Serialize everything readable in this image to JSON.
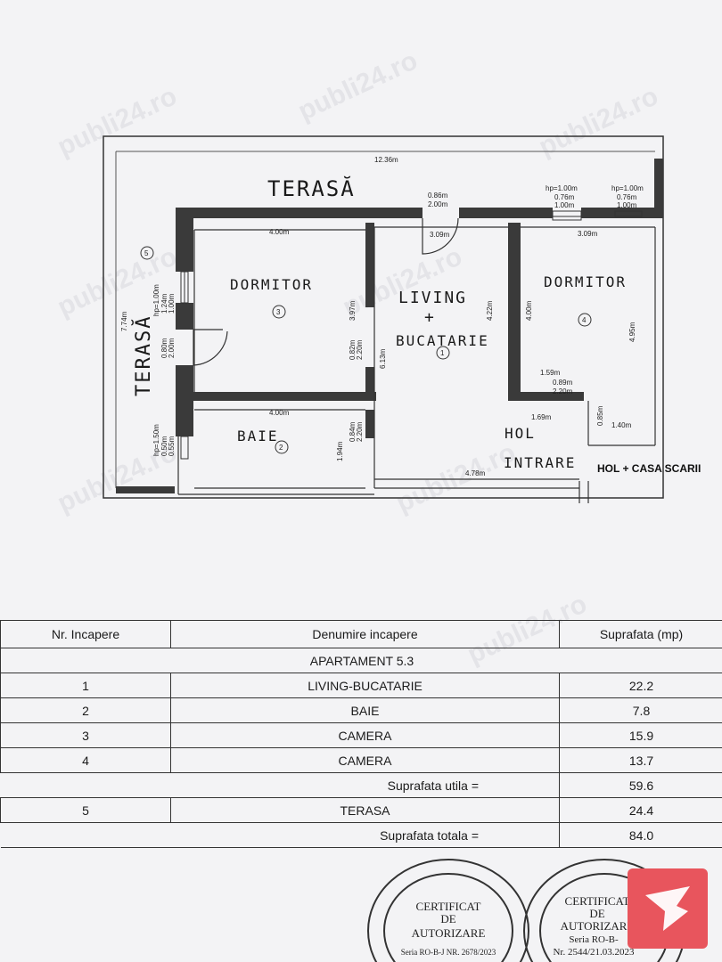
{
  "plan": {
    "rooms": [
      {
        "name": "DORMITOR",
        "number": "3"
      },
      {
        "name": "LIVING",
        "plus": "+",
        "name2": "BUCATARIE",
        "number": "1"
      },
      {
        "name": "DORMITOR",
        "number": "4"
      },
      {
        "name": "BAIE",
        "number": "2"
      },
      {
        "name": "HOL",
        "name2": "INTRARE"
      }
    ],
    "terrace_top": "TERASĂ",
    "terrace_side": "TERASĂ",
    "terrace_number": "5",
    "hol_casa_scarii": "HOL + CASA SCARII",
    "dims": {
      "overall_width": "12.36m",
      "overall_height": "7.74m",
      "dorm3_w": "4.00m",
      "dorm3_h": "3.97m",
      "living_h": "6.13m",
      "living_h2": "4.22m",
      "living_w": "4.78m",
      "dorm4_w": "3.09m",
      "dorm4_h": "4.95m",
      "dorm4_inner": "4.00m",
      "baie_w": "4.00m",
      "baie_h": "1.94m",
      "door_top_w": "0.86m",
      "door_top_h": "2.00m",
      "door_top_w2": "3.09m",
      "win1_hp": "hp=1.00m",
      "win1_w": "0.76m",
      "win1_h": "1.00m",
      "win2_hp": "hp=1.00m",
      "win2_w": "0.76m",
      "win2_h": "1.00m",
      "hol_a": "1.59m",
      "hol_b": "0.89m",
      "hol_c": "2.20m",
      "hol_d": "1.69m",
      "hol_e": "0.85m",
      "hol_f": "1.40m",
      "win3_hp": "hp=1.00m",
      "win3_a": "1.24m",
      "win3_b": "1.00m",
      "door_side_a": "0.80m",
      "door_side_b": "2.00m",
      "door3_a": "0.82m",
      "door3_b": "2.20m",
      "win4_hp": "hp=1.50m",
      "win4_a": "0.50m",
      "win4_b": "0.55m",
      "door_baie_a": "0.84m",
      "door_baie_b": "2.20m"
    }
  },
  "table": {
    "headers": [
      "Nr. Incapere",
      "Denumire incapere",
      "Suprafata (mp)"
    ],
    "section": "APARTAMENT 5.3",
    "rows": [
      {
        "nr": "1",
        "name": "LIVING-BUCATARIE",
        "area": "22.2"
      },
      {
        "nr": "2",
        "name": "BAIE",
        "area": "7.8"
      },
      {
        "nr": "3",
        "name": "CAMERA",
        "area": "15.9"
      },
      {
        "nr": "4",
        "name": "CAMERA",
        "area": "13.7"
      }
    ],
    "subtotal_label": "Suprafata utila =",
    "subtotal_value": "59.6",
    "terrace_row": {
      "nr": "5",
      "name": "TERASA",
      "area": "24.4"
    },
    "total_label": "Suprafata totala =",
    "total_value": "84.0"
  },
  "stamps": [
    {
      "line1": "CERTIFICAT",
      "line2": "DE",
      "line3": "AUTORIZARE",
      "serial": "Seria RO-B-J  NR. 2678/2023"
    },
    {
      "line1": "CERTIFICAT",
      "line2": "DE",
      "line3": "AUTORIZARE",
      "serial1": "Seria RO-B-",
      "serial2": "Nr. 2544/21.03.2023"
    }
  ],
  "watermark": "publi24.ro",
  "colors": {
    "wall": "#3a3a3a",
    "logo": "#e8555d"
  }
}
